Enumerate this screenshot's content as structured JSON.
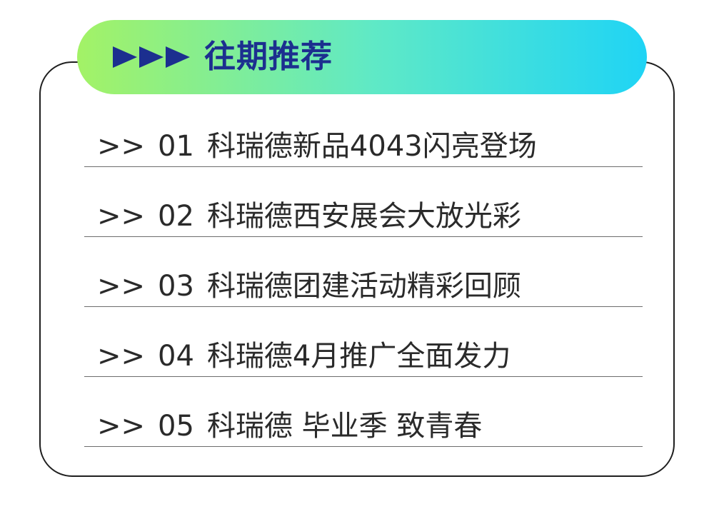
{
  "header": {
    "title": "往期推荐",
    "arrow_icon": "triangle-right-icon",
    "arrow_count": 3,
    "gradient_colors": [
      "#a3f266",
      "#5fe9c6",
      "#1fd4f5"
    ],
    "text_color": "#1c2f8f"
  },
  "list": {
    "prefix": ">>",
    "items": [
      {
        "number": "01",
        "title": "科瑞德新品4043闪亮登场"
      },
      {
        "number": "02",
        "title": "科瑞德西安展会大放光彩"
      },
      {
        "number": "03",
        "title": "科瑞德团建活动精彩回顾"
      },
      {
        "number": "04",
        "title": "科瑞德4月推广全面发力"
      },
      {
        "number": "05",
        "title": "科瑞德 毕业季 致青春"
      }
    ]
  },
  "colors": {
    "border": "#1f1f1f",
    "divider": "#6d6d6d",
    "text": "#2a2a2a"
  }
}
